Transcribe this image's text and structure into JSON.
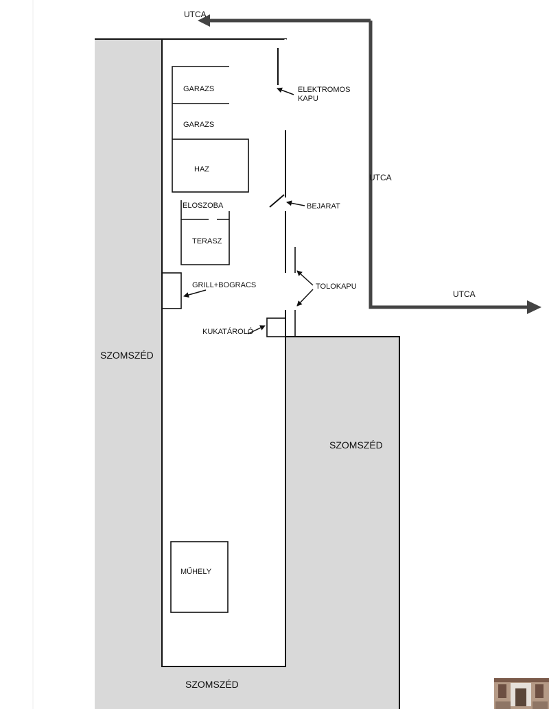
{
  "colors": {
    "neighbor_fill": "#d9d9d9",
    "line": "#111111",
    "street_arrow": "#444444",
    "page_background": "#ffffff"
  },
  "streets": {
    "top": "UTCA",
    "right_middle": "UTCA",
    "right_bottom": "UTCA"
  },
  "neighbors": {
    "left": "SZOMSZÉD",
    "right": "SZOMSZÉD",
    "bottom": "SZOMSZÉD"
  },
  "rooms": {
    "garage_1": "GARAZS",
    "garage_2": "GARAZS",
    "house": "HAZ",
    "hallway": "ELOSZOBA",
    "terrace": "TERASZ",
    "workshop": "MŰHELY"
  },
  "callouts": {
    "electric_gate_line1": "ELEKTROMOS",
    "electric_gate_line2": "KAPU",
    "entrance": "BEJARAT",
    "sliding_gate": "TOLOKAPU",
    "grill": "GRILL+BOGRACS",
    "bin_storage": "KUKATÁROLÓ"
  },
  "thumbnail": {
    "icon": "building-photo-thumbnail"
  }
}
